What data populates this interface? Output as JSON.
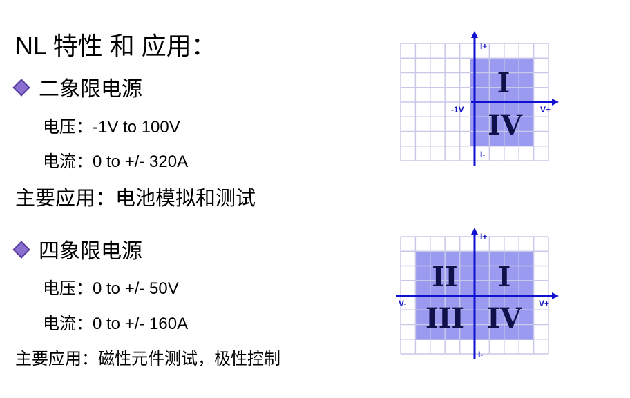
{
  "title": "NL 特性 和 应用：",
  "two_quadrant": {
    "heading": "二象限电源",
    "voltage": "电压：-1V to 100V",
    "current": "电流：0 to +/- 320A",
    "application": "主要应用：电池模拟和测试",
    "diagram": {
      "i_plus": "I+",
      "i_minus": "I-",
      "v_minus": "-1V",
      "v_plus": "V+",
      "quadrants": [
        "I",
        "IV"
      ]
    }
  },
  "four_quadrant": {
    "heading": "四象限电源",
    "voltage": "电压：0 to +/- 50V",
    "current": "电流：0 to +/- 160A",
    "application": "主要应用：磁性元件测试，极性控制",
    "diagram": {
      "i_plus": "I+",
      "i_minus": "I-",
      "v_minus": "V-",
      "v_plus": "V+",
      "quadrants": [
        "II",
        "I",
        "III",
        "IV"
      ]
    }
  },
  "colors": {
    "axis": "#1010d0",
    "shade": "#9a9af0",
    "grid": "#c8c8e8"
  }
}
